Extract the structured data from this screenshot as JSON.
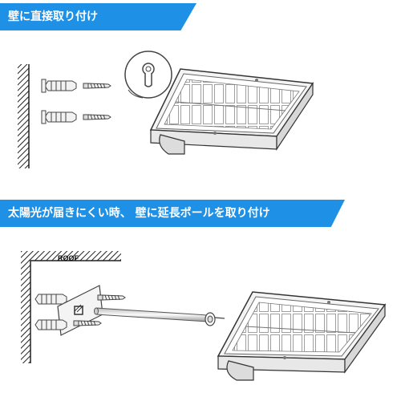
{
  "banners": {
    "top": {
      "text": "壁に直接取り付け"
    },
    "bottom": {
      "text": "太陽光が届きにくい時、 壁に延長ポールを取り付け"
    }
  },
  "ceiling_label": "ROOF",
  "colors": {
    "banner": "#1e90e6",
    "line": "#555555",
    "hatch": "#222222"
  },
  "icons": [
    "wall-hatch-icon",
    "wall-anchor-icon",
    "screw-icon",
    "keyhole-icon",
    "solar-panel-icon",
    "extension-pole-icon",
    "mounting-bracket-icon"
  ]
}
